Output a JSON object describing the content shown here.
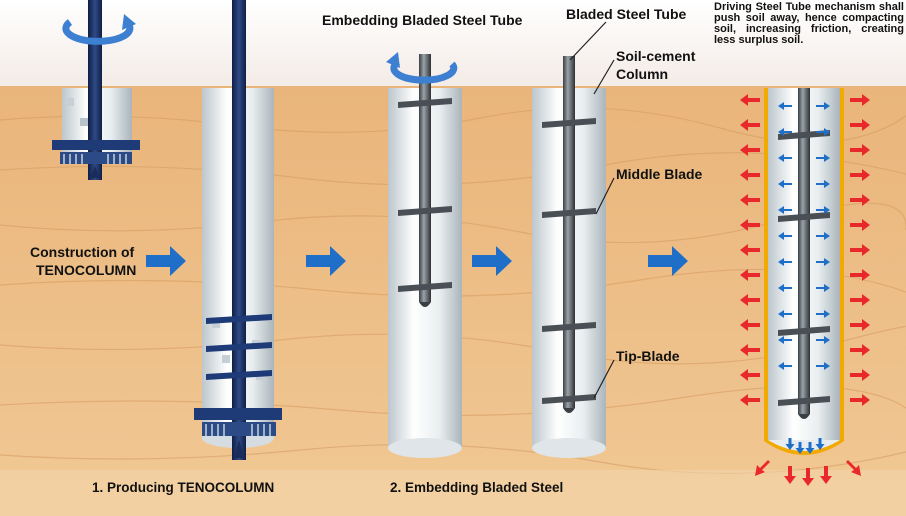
{
  "labels": {
    "embedding_title": "Embedding Bladed Steel Tube",
    "bladed_steel_tube": "Bladed Steel Tube",
    "soil_cement_column_line1": "Soil-cement",
    "soil_cement_column_line2": "Column",
    "middle_blade": "Middle Blade",
    "tip_blade": "Tip-Blade",
    "construction_line1": "Construction of",
    "construction_line2": "TENOCOLUMN",
    "step1": "1.  Producing TENOCOLUMN",
    "step2": "2.  Embedding Bladed Steel",
    "mechanism_note": "Driving Steel Tube mechanism shall push soil away, hence compacting soil, increasing friction, creating less surplus soil."
  },
  "colors": {
    "soil": "#e8b77e",
    "soil_dark": "#cf9558",
    "sky": "#f7f2ee",
    "navy_rod": "#1f3566",
    "blue_arrow": "#1f6fc8",
    "red_arrow": "#e8282a",
    "casing": "#f2a900"
  },
  "icons": [
    "rotation-arrow-icon",
    "flow-arrow-icon",
    "pressure-arrow-icon"
  ]
}
